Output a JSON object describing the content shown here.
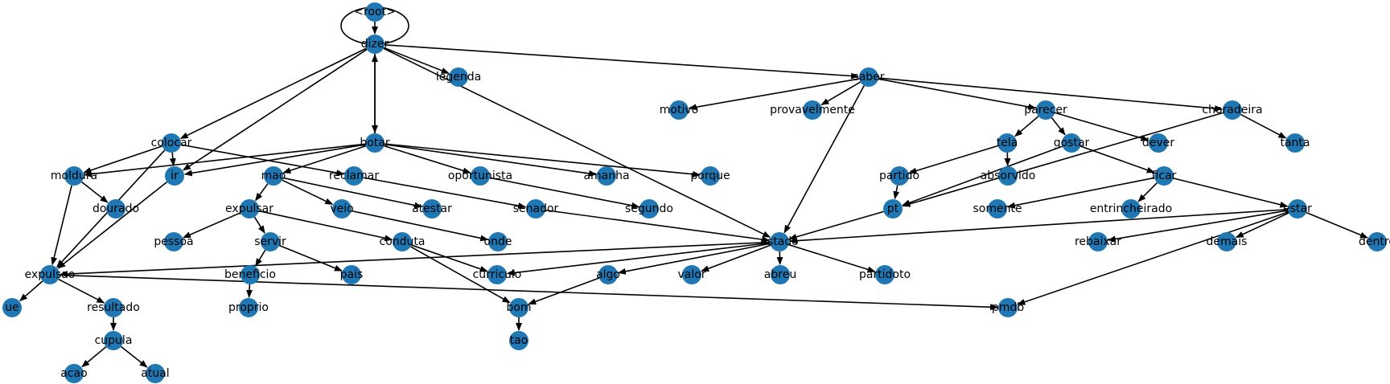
{
  "graph": {
    "node_color": "#1f77b4",
    "edge_color": "#000000",
    "label_color": "#000000",
    "nodes": [
      {
        "id": "root",
        "label": "<root>"
      },
      {
        "id": "dizer",
        "label": "dizer"
      },
      {
        "id": "legenda",
        "label": "legenda"
      },
      {
        "id": "saber",
        "label": "saber"
      },
      {
        "id": "motivo",
        "label": "motivo"
      },
      {
        "id": "provavelmente",
        "label": "provavelmente"
      },
      {
        "id": "parecer",
        "label": "parecer"
      },
      {
        "id": "choradeira",
        "label": "choradeira"
      },
      {
        "id": "colocar",
        "label": "colocar"
      },
      {
        "id": "botar",
        "label": "botar"
      },
      {
        "id": "tela",
        "label": "tela"
      },
      {
        "id": "gostar",
        "label": "gostar"
      },
      {
        "id": "dever",
        "label": "dever"
      },
      {
        "id": "tanta",
        "label": "tanta"
      },
      {
        "id": "moldura",
        "label": "moldura"
      },
      {
        "id": "ir",
        "label": "ir"
      },
      {
        "id": "mao",
        "label": "mao"
      },
      {
        "id": "reclamar",
        "label": "reclamar"
      },
      {
        "id": "oportunista",
        "label": "oportunista"
      },
      {
        "id": "amanha",
        "label": "amanha"
      },
      {
        "id": "porque",
        "label": "porque"
      },
      {
        "id": "partido",
        "label": "partido"
      },
      {
        "id": "absorvido",
        "label": "absorvido"
      },
      {
        "id": "ficar",
        "label": "ficar"
      },
      {
        "id": "dourado",
        "label": "dourado"
      },
      {
        "id": "expulsar",
        "label": "expulsar"
      },
      {
        "id": "veio",
        "label": "veio"
      },
      {
        "id": "atestar",
        "label": "atestar"
      },
      {
        "id": "senador",
        "label": "senador"
      },
      {
        "id": "segundo",
        "label": "segundo"
      },
      {
        "id": "pt",
        "label": "pt"
      },
      {
        "id": "somente",
        "label": "somente"
      },
      {
        "id": "entrincheirado",
        "label": "entrincheirado"
      },
      {
        "id": "estar",
        "label": "estar"
      },
      {
        "id": "pessoa",
        "label": "pessoa"
      },
      {
        "id": "servir",
        "label": "servir"
      },
      {
        "id": "conduta",
        "label": "conduta"
      },
      {
        "id": "onde",
        "label": "onde"
      },
      {
        "id": "estado",
        "label": "estado"
      },
      {
        "id": "rebaixar",
        "label": "rebaixar"
      },
      {
        "id": "demais",
        "label": "demais"
      },
      {
        "id": "dentro",
        "label": "dentro"
      },
      {
        "id": "expulsao",
        "label": "expulsao"
      },
      {
        "id": "beneficio",
        "label": "beneficio"
      },
      {
        "id": "pais",
        "label": "pais"
      },
      {
        "id": "curriculo",
        "label": "curriculo"
      },
      {
        "id": "algo",
        "label": "algo"
      },
      {
        "id": "valor",
        "label": "valor"
      },
      {
        "id": "abreu",
        "label": "abreu"
      },
      {
        "id": "partidoto",
        "label": "partidoto"
      },
      {
        "id": "ue",
        "label": "ue"
      },
      {
        "id": "resultado",
        "label": "resultado"
      },
      {
        "id": "proprio",
        "label": "proprio"
      },
      {
        "id": "bom",
        "label": "bom"
      },
      {
        "id": "pmdb",
        "label": "pmdb"
      },
      {
        "id": "cupula",
        "label": "cupula"
      },
      {
        "id": "tao",
        "label": "tao"
      },
      {
        "id": "acao",
        "label": "acao"
      },
      {
        "id": "atual",
        "label": "atual"
      }
    ],
    "edges": [
      [
        "root",
        "root"
      ],
      [
        "root",
        "dizer"
      ],
      [
        "dizer",
        "legenda"
      ],
      [
        "dizer",
        "saber"
      ],
      [
        "dizer",
        "colocar"
      ],
      [
        "dizer",
        "botar"
      ],
      [
        "botar",
        "dizer"
      ],
      [
        "dizer",
        "ir"
      ],
      [
        "dizer",
        "estado"
      ],
      [
        "saber",
        "motivo"
      ],
      [
        "saber",
        "provavelmente"
      ],
      [
        "saber",
        "parecer"
      ],
      [
        "saber",
        "choradeira"
      ],
      [
        "saber",
        "estado"
      ],
      [
        "parecer",
        "tela"
      ],
      [
        "parecer",
        "gostar"
      ],
      [
        "parecer",
        "dever"
      ],
      [
        "choradeira",
        "tanta"
      ],
      [
        "choradeira",
        "pt"
      ],
      [
        "tela",
        "partido"
      ],
      [
        "tela",
        "absorvido"
      ],
      [
        "gostar",
        "pt"
      ],
      [
        "gostar",
        "ficar"
      ],
      [
        "partido",
        "pt"
      ],
      [
        "pt",
        "estado"
      ],
      [
        "ficar",
        "somente"
      ],
      [
        "ficar",
        "entrincheirado"
      ],
      [
        "ficar",
        "estar"
      ],
      [
        "estar",
        "rebaixar"
      ],
      [
        "estar",
        "demais"
      ],
      [
        "estar",
        "dentro"
      ],
      [
        "estar",
        "estado"
      ],
      [
        "estar",
        "pmdb"
      ],
      [
        "colocar",
        "moldura"
      ],
      [
        "colocar",
        "ir"
      ],
      [
        "colocar",
        "reclamar"
      ],
      [
        "colocar",
        "expulsao"
      ],
      [
        "botar",
        "moldura"
      ],
      [
        "botar",
        "ir"
      ],
      [
        "botar",
        "mao"
      ],
      [
        "botar",
        "oportunista"
      ],
      [
        "botar",
        "amanha"
      ],
      [
        "botar",
        "porque"
      ],
      [
        "moldura",
        "dourado"
      ],
      [
        "moldura",
        "expulsao"
      ],
      [
        "ir",
        "expulsao"
      ],
      [
        "mao",
        "expulsar"
      ],
      [
        "mao",
        "veio"
      ],
      [
        "mao",
        "atestar"
      ],
      [
        "reclamar",
        "senador"
      ],
      [
        "oportunista",
        "segundo"
      ],
      [
        "veio",
        "onde"
      ],
      [
        "senador",
        "estado"
      ],
      [
        "expulsar",
        "pessoa"
      ],
      [
        "expulsar",
        "servir"
      ],
      [
        "expulsar",
        "conduta"
      ],
      [
        "servir",
        "beneficio"
      ],
      [
        "servir",
        "pais"
      ],
      [
        "beneficio",
        "proprio"
      ],
      [
        "conduta",
        "curriculo"
      ],
      [
        "conduta",
        "bom"
      ],
      [
        "estado",
        "expulsao"
      ],
      [
        "estado",
        "curriculo"
      ],
      [
        "estado",
        "algo"
      ],
      [
        "estado",
        "valor"
      ],
      [
        "estado",
        "abreu"
      ],
      [
        "estado",
        "partidoto"
      ],
      [
        "algo",
        "bom"
      ],
      [
        "bom",
        "tao"
      ],
      [
        "expulsao",
        "ue"
      ],
      [
        "expulsao",
        "resultado"
      ],
      [
        "expulsao",
        "pmdb"
      ],
      [
        "resultado",
        "cupula"
      ],
      [
        "cupula",
        "acao"
      ],
      [
        "cupula",
        "atual"
      ]
    ]
  }
}
